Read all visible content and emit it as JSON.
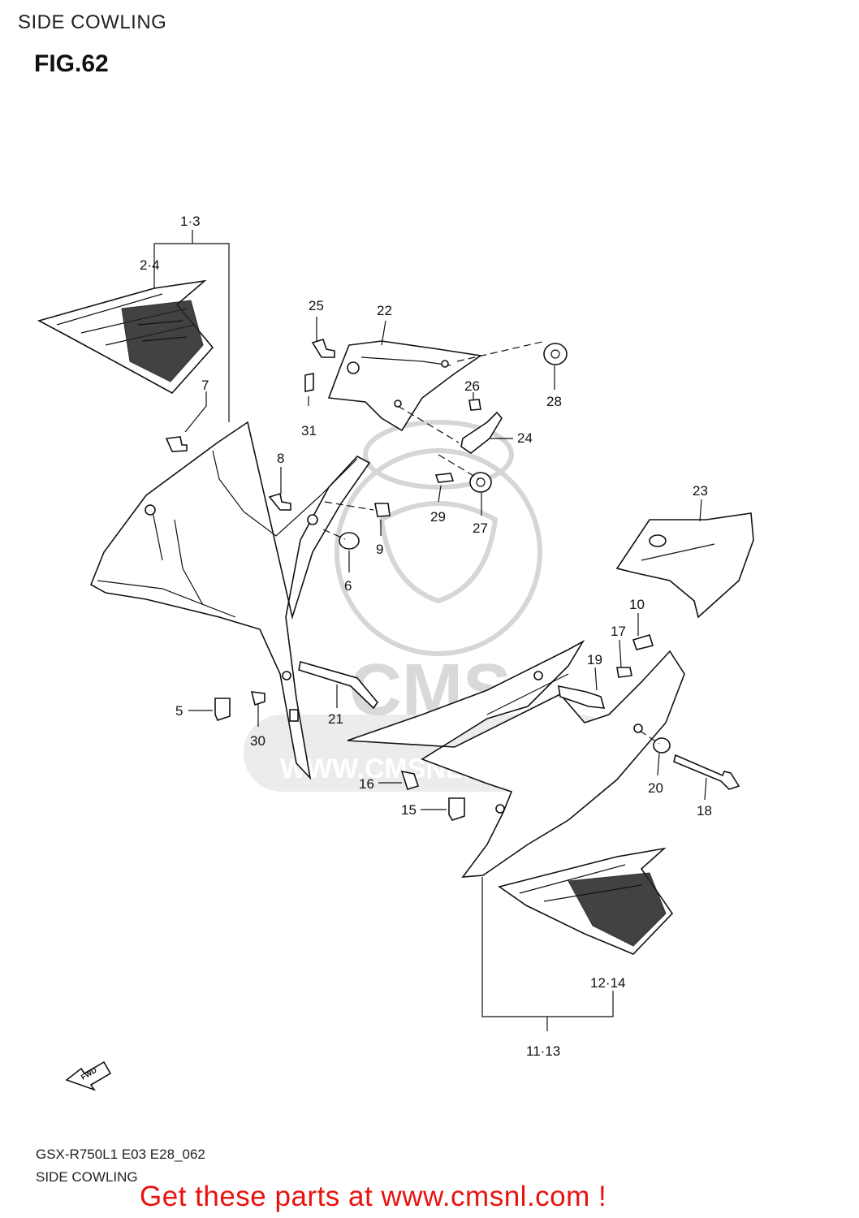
{
  "header": {
    "title": "SIDE COWLING"
  },
  "figure": {
    "label": "FIG.62"
  },
  "callouts": {
    "c1_3": "1·3",
    "c2_4": "2·4",
    "c5": "5",
    "c6": "6",
    "c7": "7",
    "c8": "8",
    "c9": "9",
    "c10": "10",
    "c11_13": "11·13",
    "c12_14": "12·14",
    "c15": "15",
    "c16": "16",
    "c17": "17",
    "c18": "18",
    "c19": "19",
    "c20": "20",
    "c21": "21",
    "c22": "22",
    "c23": "23",
    "c24": "24",
    "c25": "25",
    "c26": "26",
    "c27": "27",
    "c28": "28",
    "c29": "29",
    "c30": "30",
    "c31": "31"
  },
  "fwd_arrow": {
    "label": "FWD"
  },
  "watermark": {
    "brand": "CMS",
    "url": "WWW.CMSNL.COM"
  },
  "footer": {
    "model_code": "GSX-R750L1 E03 E28_062",
    "subtitle": "SIDE COWLING",
    "promo": "Get these parts at www.cmsnl.com !"
  },
  "colors": {
    "promo": "#e8130f",
    "line": "#111111",
    "watermark": "#d6d6d6"
  }
}
